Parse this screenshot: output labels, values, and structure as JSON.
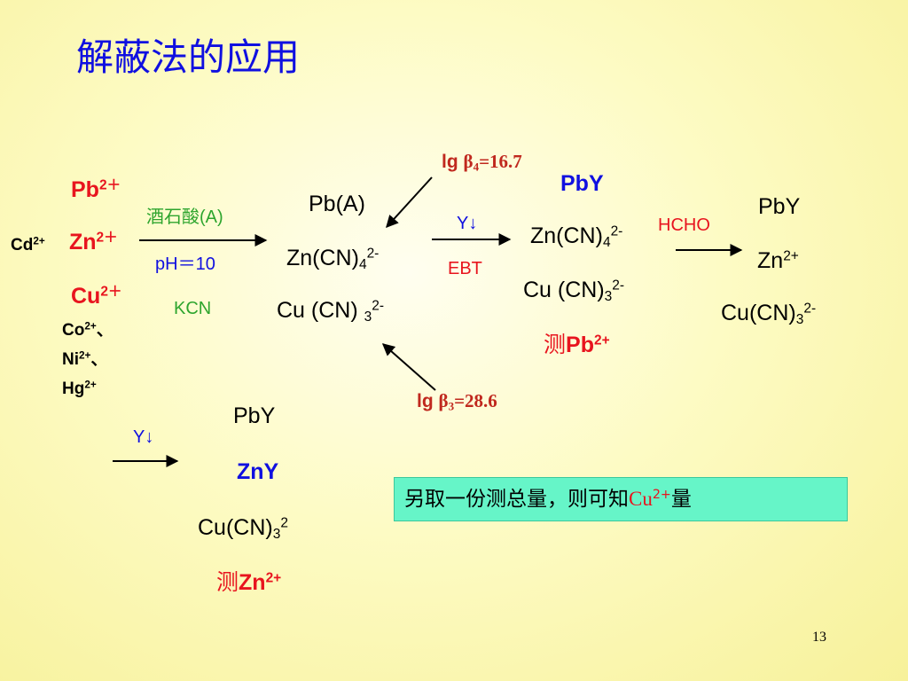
{
  "title": "解蔽法的应用",
  "left_ions": {
    "pb_base": "Pb",
    "pb_charge": "2＋",
    "cd_base": "Cd",
    "cd_charge": "2+",
    "zn_base": "Zn",
    "zn_charge": "2＋",
    "cu_base": "Cu",
    "cu_charge": "2＋",
    "co_base": "Co",
    "co_charge": "2+",
    "co_sep": "、",
    "ni_base": "Ni",
    "ni_charge": "2+",
    "ni_sep": "、",
    "hg_base": "Hg",
    "hg_charge": "2+"
  },
  "reagents_step1": {
    "agent": "酒石酸(A)",
    "ph": "pH＝10",
    "kcn": "KCN"
  },
  "complexes_1": {
    "pba": "Pb(A)",
    "zncn_base": "Zn(CN)",
    "zncn_sub": "4",
    "zncn_sup": "2-",
    "cucn_base": "Cu (CN) ",
    "cucn_sub": "3",
    "cucn_sup": "2-"
  },
  "lgbeta4": {
    "lg": "lg ",
    "beta": "β",
    "sub": "4",
    "val": "=16.7"
  },
  "lgbeta3": {
    "lg": "lg ",
    "beta": "β",
    "sub": "3",
    "val": "=28.6"
  },
  "step2_label_top": "Y↓",
  "step2_label_bottom": "EBT",
  "complexes_2": {
    "pby": "PbY",
    "zncn_base": "Zn(CN)",
    "zncn_sub": "4",
    "zncn_sup": "2-",
    "cucn_base": "Cu (CN)",
    "cucn_sub": "3",
    "cucn_sup": "2-",
    "measure_prefix": "测",
    "measure_base": "Pb",
    "measure_charge": "2+"
  },
  "step3_label": "HCHO",
  "complexes_3": {
    "pby": "PbY",
    "zn_base": "Zn",
    "zn_charge": "2+",
    "cucn_base": "Cu(CN)",
    "cucn_sub": "3",
    "cucn_sup": "2-"
  },
  "step4_label": "Y↓",
  "complexes_4": {
    "pby": "PbY",
    "zny": "ZnY",
    "cucn_base": "Cu(CN)",
    "cucn_sub": "3",
    "cucn_sup": "2",
    "measure_prefix": "测",
    "measure_base": "Zn",
    "measure_charge": "2+"
  },
  "note": {
    "prefix": "另取一份测总量，则可知",
    "ion": "Cu",
    "charge": "2+",
    "suffix": "量"
  },
  "page_number": "13",
  "colors": {
    "red": "#e8141e",
    "blue": "#1010e0",
    "green": "#2ea52e",
    "note_bg": "#66f5c8"
  }
}
